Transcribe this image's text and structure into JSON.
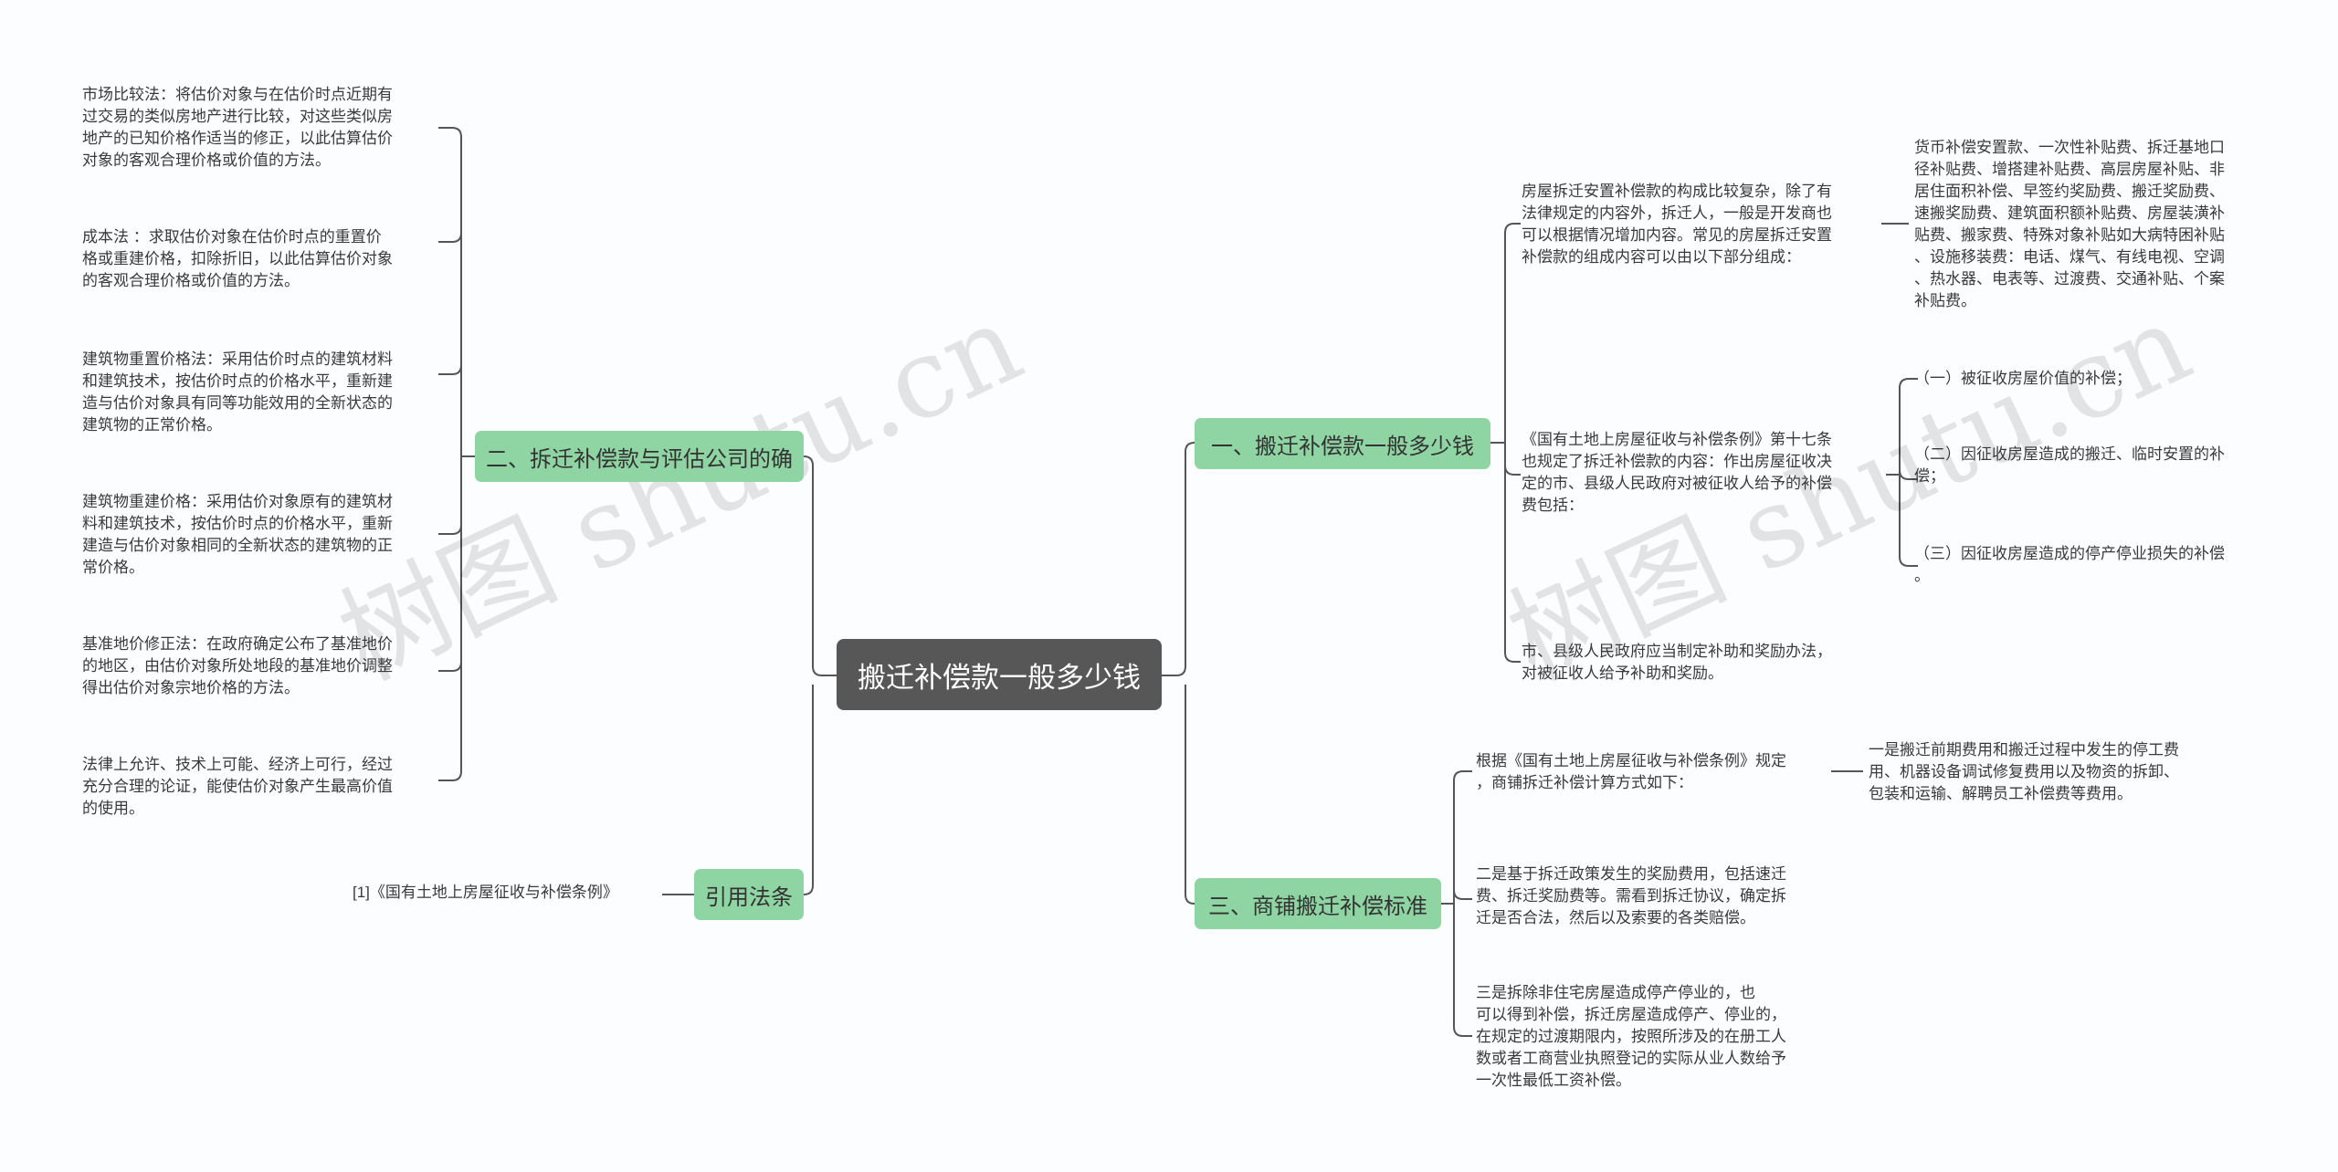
{
  "root": {
    "label": "搬迁补偿款一般多少钱"
  },
  "watermark": "树图 shutu.cn",
  "colors": {
    "root": "#575757",
    "branch": "#8fd5a3",
    "edge": "#555555"
  },
  "left": {
    "b2": {
      "label": "二、拆迁补偿款与评估公司的确",
      "items": [
        "市场比较法：将估价对象与在估价时点近期有\n过交易的类似房地产进行比较，对这些类似房\n地产的已知价格作适当的修正，以此估算估价\n对象的客观合理价格或价值的方法。",
        "成本法 ：求取估价对象在估价时点的重置价\n格或重建价格，扣除折旧，以此估算估价对象\n的客观合理价格或价值的方法。",
        "建筑物重置价格法：采用估价时点的建筑材料\n和建筑技术，按估价时点的价格水平，重新建\n造与估价对象具有同等功能效用的全新状态的\n建筑物的正常价格。",
        "建筑物重建价格：采用估价对象原有的建筑材\n料和建筑技术，按估价时点的价格水平，重新\n建造与估价对象相同的全新状态的建筑物的正\n常价格。",
        "基准地价修正法：在政府确定公布了基准地价\n的地区，由估价对象所处地段的基准地价调整\n得出估价对象宗地价格的方法。",
        "法律上允许、技术上可能、经济上可行，经过\n充分合理的论证，能使估价对象产生最高价值\n的使用。"
      ]
    },
    "cite": {
      "label": "引用法条",
      "items": [
        "[1]《国有土地上房屋征收与补偿条例》"
      ]
    }
  },
  "right": {
    "b1": {
      "label": "一、搬迁补偿款一般多少钱",
      "items": [
        "房屋拆迁安置补偿款的构成比较复杂，除了有\n法律规定的内容外，拆迁人，一般是开发商也\n可以根据情况增加内容。常见的房屋拆迁安置\n补偿款的组成内容可以由以下部分组成：",
        "《国有土地上房屋征收与补偿条例》第十七条\n也规定了拆迁补偿款的内容：作出房屋征收决\n定的市、县级人民政府对被征收人给予的补偿\n费包括：",
        "市、县级人民政府应当制定补助和奖励办法，\n对被征收人给予补助和奖励。"
      ],
      "sub1": "货币补偿安置款、一次性补贴费、拆迁基地口\n径补贴费、增搭建补贴费、高层房屋补贴、非\n居住面积补偿、早签约奖励费、搬迁奖励费、\n速搬奖励费、建筑面积额补贴费、房屋装潢补\n贴费、搬家费、特殊对象补贴如大病特困补贴\n、设施移装费：电话、煤气、有线电视、空调\n、热水器、电表等、过渡费、交通补贴、个案\n补贴费。",
      "sub2": [
        "（一）被征收房屋价值的补偿；",
        "（二）因征收房屋造成的搬迁、临时安置的补\n偿；",
        "（三）因征收房屋造成的停产停业损失的补偿\n。"
      ]
    },
    "b3": {
      "label": "三、商铺搬迁补偿标准",
      "items": [
        "根据《国有土地上房屋征收与补偿条例》规定\n，商铺拆迁补偿计算方式如下：",
        "二是基于拆迁政策发生的奖励费用，包括速迁\n费、拆迁奖励费等。需看到拆迁协议，确定拆\n迁是否合法，然后以及索要的各类赔偿。",
        "三是拆除非住宅房屋造成停产停业的，也\n可以得到补偿，拆迁房屋造成停产、停业的，\n在规定的过渡期限内，按照所涉及的在册工人\n数或者工商营业执照登记的实际从业人数给予\n一次性最低工资补偿。"
      ],
      "sub1": "一是搬迁前期费用和搬迁过程中发生的停工费\n用、机器设备调试修复费用以及物资的拆卸、\n包装和运输、解聘员工补偿费等费用。"
    }
  }
}
